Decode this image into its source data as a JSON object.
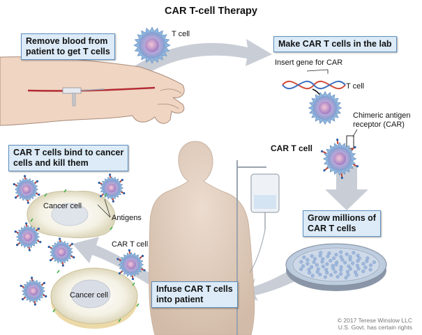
{
  "title": "CAR T-cell Therapy",
  "steps": {
    "remove": [
      "Remove blood from",
      "patient to get T cells"
    ],
    "make": "Make CAR T cells in the lab",
    "grow": [
      "Grow millions of",
      "CAR T cells"
    ],
    "infuse": [
      "Infuse CAR T cells",
      "into patient"
    ],
    "bind": [
      "CAR T cells bind to cancer",
      "cells and kill them"
    ]
  },
  "labels": {
    "t_cell_top": "T cell",
    "insert_gene": "Insert gene for CAR",
    "t_cell_lab": "T cell",
    "car_line1": "Chimeric antigen",
    "car_line2": "receptor (CAR)",
    "car_t_cell": "CAR T cell",
    "cancer_cell_top": "Cancer cell",
    "antigens": "Antigens",
    "car_t_cell_small": "CAR T cell",
    "cancer_cell_bottom": "Cancer cell"
  },
  "copyright": [
    "© 2017 Terese Winslow LLC",
    "U.S. Govt. has certain rights"
  ],
  "colors": {
    "box_fill": "#dcebf7",
    "box_border": "#5d8fc0",
    "arrow": "#c9ced6",
    "cell_outer": "#8fb6de",
    "cell_inner": "#b3a6d6",
    "car_receptor": "#c0392b"
  }
}
